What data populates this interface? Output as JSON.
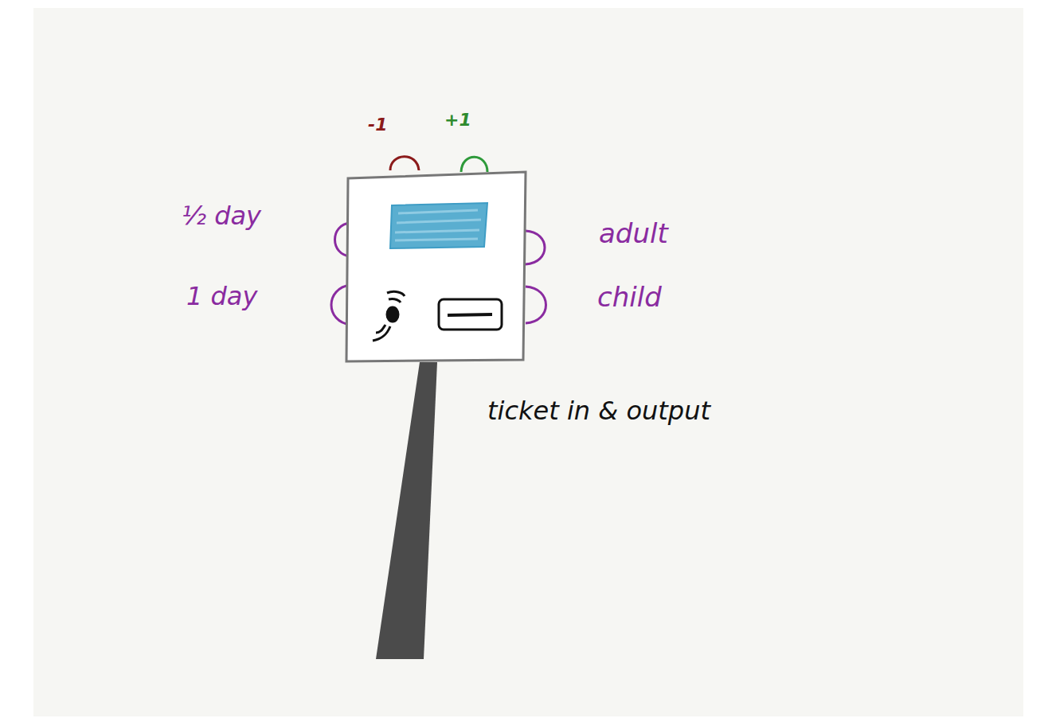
{
  "diagram": {
    "labels": [
      "-1",
      "+1",
      "½ day",
      "1 day",
      "adult",
      "child",
      "ticket in & output"
    ]
  }
}
